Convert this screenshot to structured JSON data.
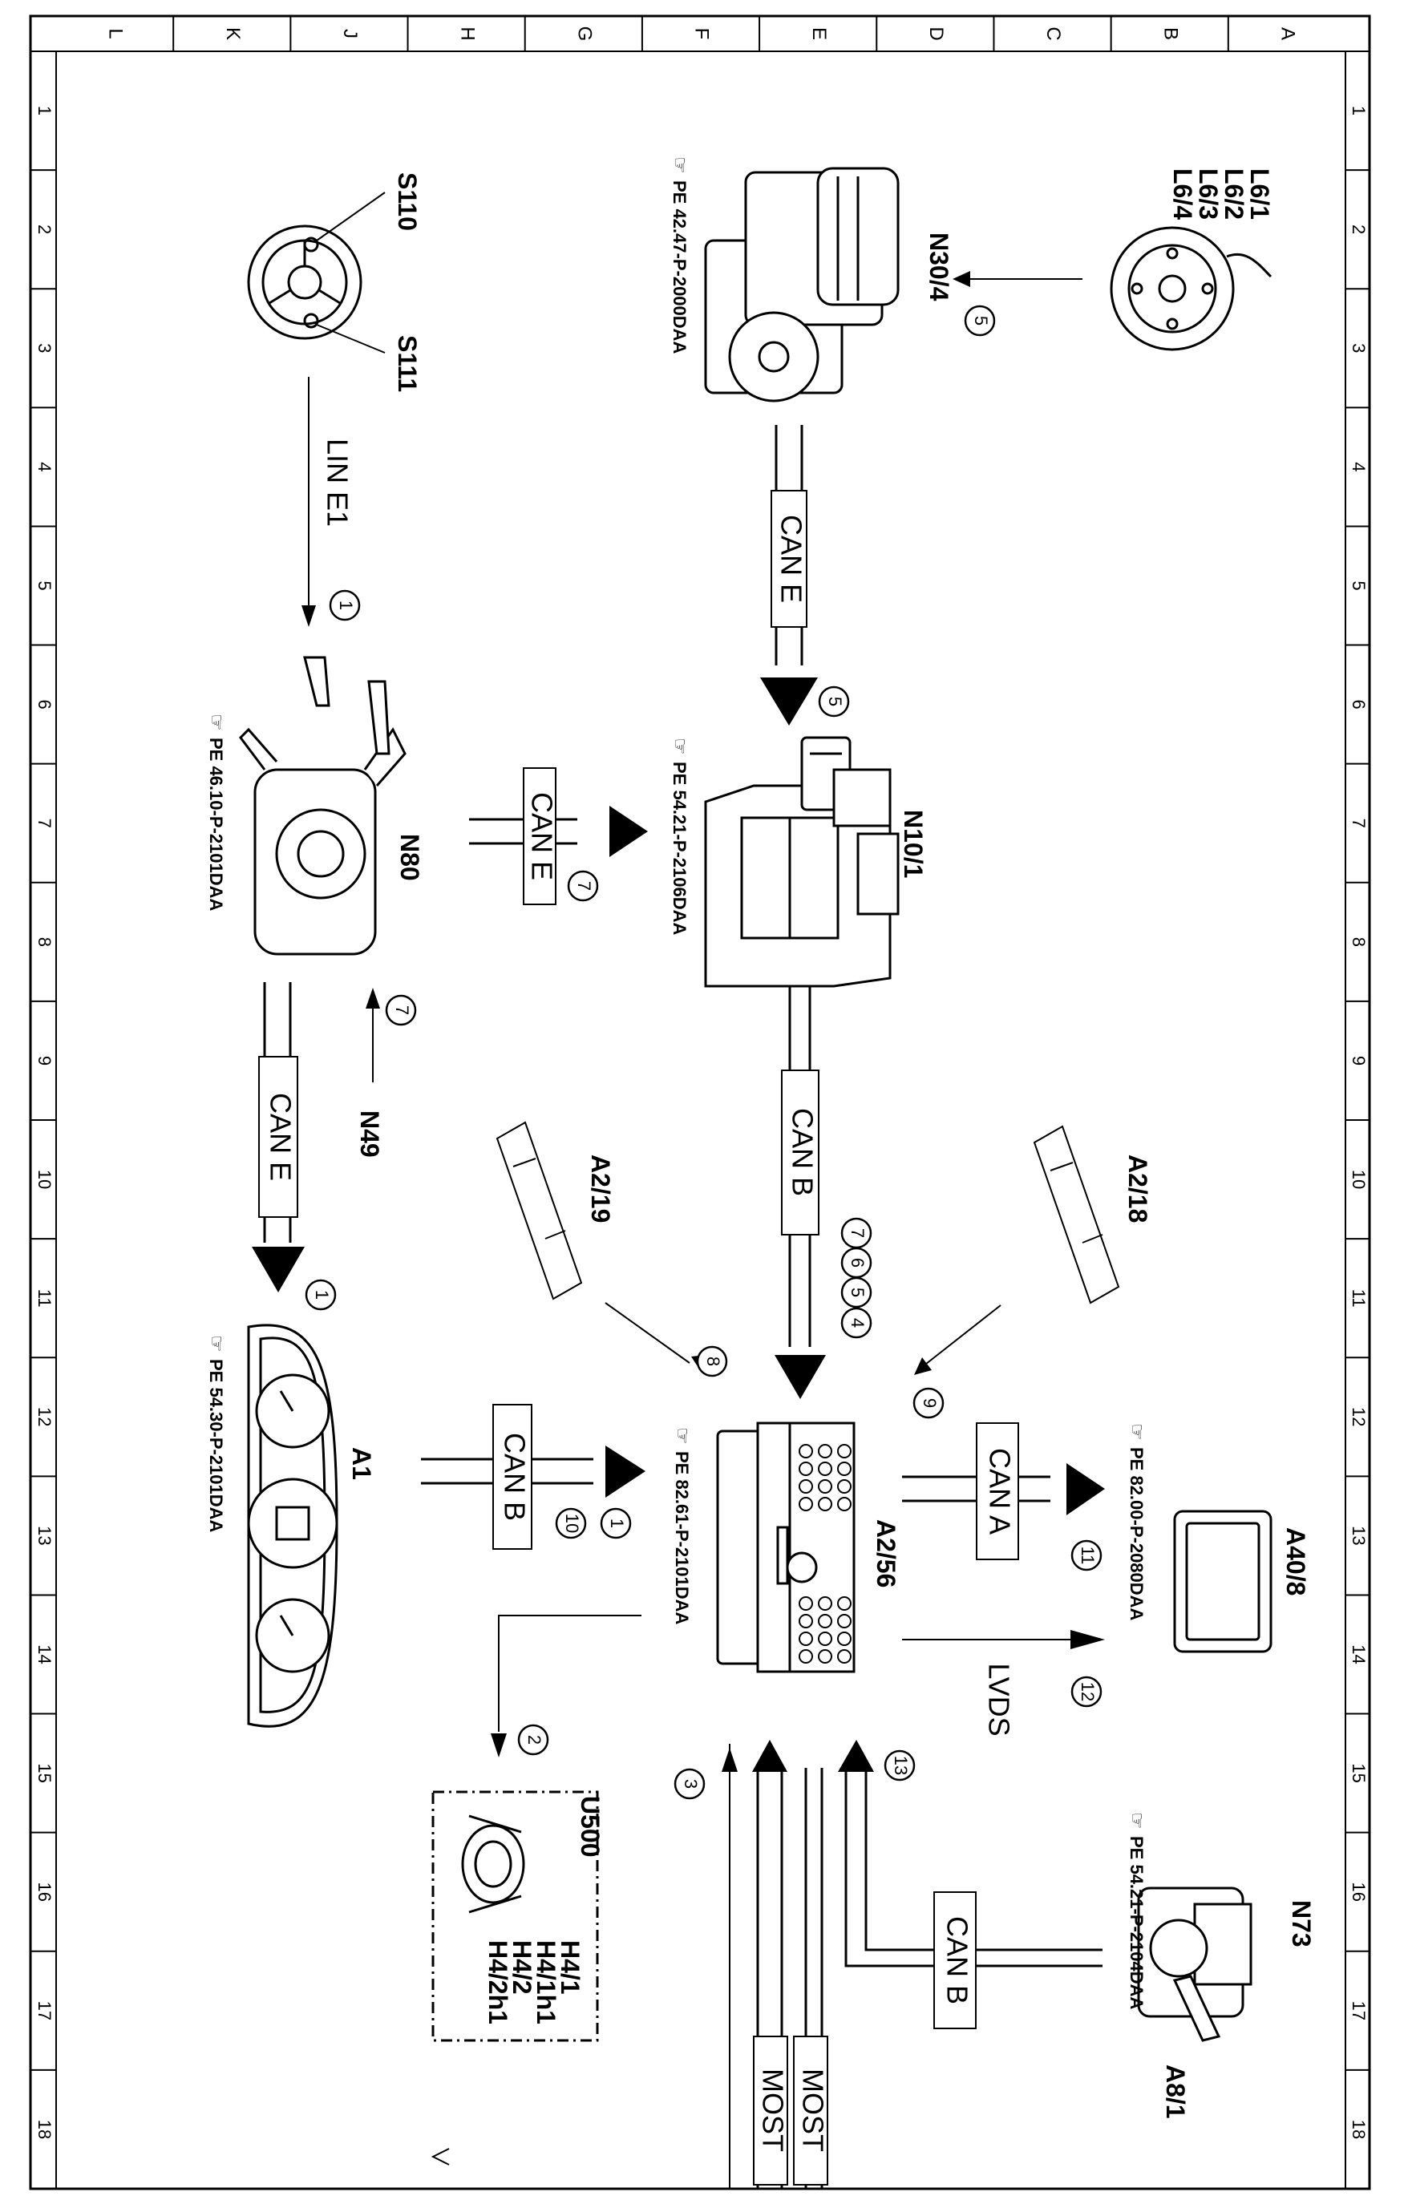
{
  "frame": {
    "top_letters": [
      "L",
      "K",
      "J",
      "H",
      "G",
      "F",
      "E",
      "D",
      "C",
      "B",
      "A"
    ],
    "side_numbers": [
      "1",
      "2",
      "3",
      "4",
      "5",
      "6",
      "7",
      "8",
      "9",
      "10",
      "11",
      "12",
      "13",
      "14",
      "15",
      "16",
      "17",
      "18"
    ]
  },
  "components": {
    "L6": [
      "L6/1",
      "L6/2",
      "L6/3",
      "L6/4"
    ],
    "N30_4": "N30/4",
    "N30_4_ref": "PE 42.47-P-2000DAA",
    "S110": "S110",
    "S111": "S111",
    "N10_1": "N10/1",
    "N10_1_ref": "PE 54.21-P-2106DAA",
    "N80": "N80",
    "N80_ref": "PE 46.10-P-2101DAA",
    "N49": "N49",
    "A2_19": "A2/19",
    "A2_18": "A2/18",
    "A1": "A1",
    "A1_ref": "PE 54.30-P-2101DAA",
    "A2_56": "A2/56",
    "A2_56_ref": "PE 82.61-P-2101DAA",
    "A40_8": "A40/8",
    "A40_8_ref": "PE 82.00-P-2080DAA",
    "U500": "U500",
    "H4": [
      "H4/1",
      "H4/1h1",
      "H4/2",
      "H4/2h1"
    ],
    "N73": "N73",
    "A8_1": "A8/1",
    "N73_ref": "PE 54.21-P-2104DAA"
  },
  "buses": {
    "can_e": "CAN E",
    "can_b": "CAN B",
    "can_a": "CAN A",
    "lin_e1": "LIN E1",
    "lvds": "LVDS",
    "most": "MOST"
  },
  "markers": [
    "1",
    "2",
    "3",
    "4",
    "5",
    "6",
    "7",
    "8",
    "9",
    "10",
    "11",
    "12",
    "13"
  ]
}
